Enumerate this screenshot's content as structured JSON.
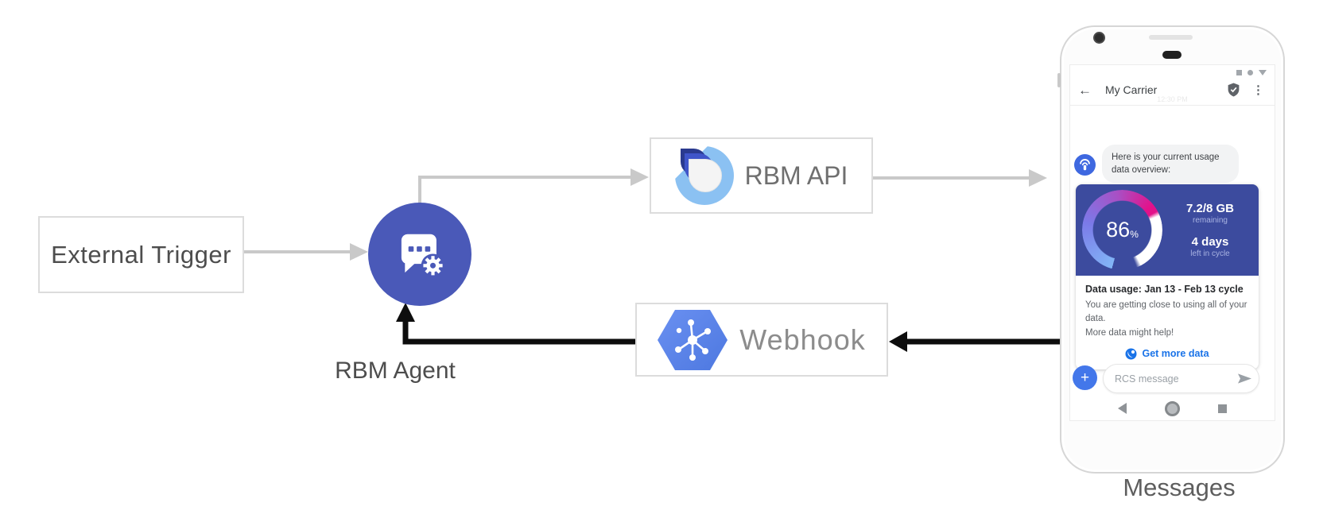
{
  "colors": {
    "agent_circle_blue": "#4A59B8",
    "card_indigo": "#3C4B9E",
    "hexagon_blue": "#5C85EC",
    "action_blue": "#1a73e8",
    "avatar_blue": "#3E68E0",
    "arrow_gray": "#C9C9C9",
    "arrow_black": "#0D0D0D",
    "gauge_gradient": [
      "#82B6F7",
      "#7B7AE8",
      "#A94FC4",
      "#E3118A",
      "#FFFFFF"
    ]
  },
  "diagram": {
    "external_trigger_label": "External Trigger",
    "rbm_agent_label": "RBM Agent",
    "rbm_api_label": "RBM API",
    "webhook_label": "Webhook",
    "phone_caption": "Messages"
  },
  "phone": {
    "header": {
      "back_glyph": "←",
      "title": "My Carrier",
      "menu_glyph": "⋮"
    },
    "timestamp": "12:30 PM",
    "message_bubble": "Here is your current usage data overview:",
    "usage_card": {
      "percent_value": "86",
      "percent_sign": "%",
      "remaining_value": "7.2/8 GB",
      "remaining_label": "remaining",
      "cycle_value": "4 days",
      "cycle_label": "left in cycle",
      "usage_title": "Data usage: Jan 13 - Feb 13 cycle",
      "body_line1": "You are getting close to using all of your data.",
      "body_line2": "More data might help!",
      "action_label": "Get more data"
    },
    "compose_placeholder": "RCS message"
  }
}
